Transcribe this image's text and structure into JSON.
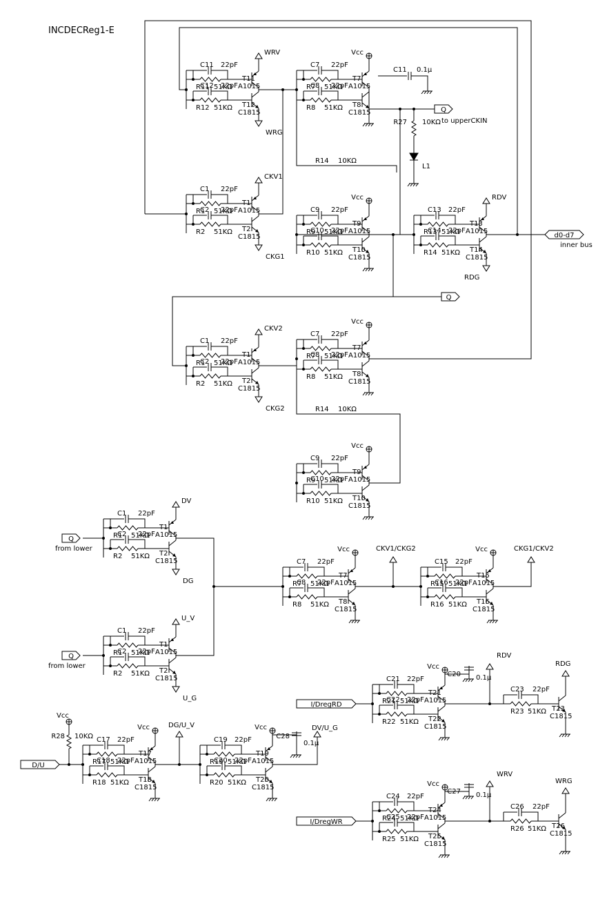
{
  "title": "INCDECReg1-E",
  "colors": {
    "wire": "#000000",
    "background": "#ffffff"
  },
  "ports": {
    "q": "Q",
    "q_bar": "Q_",
    "d0_d7": "d0-d7",
    "inner_bus": "inner bus",
    "to_upper": "to upperCKIN",
    "from_lower": "from lower",
    "d_u": "D/U_",
    "i_dregrd": "I/DregRD",
    "i_dregwr": "I/DregWR"
  },
  "nets": {
    "wrv": "WRV",
    "wrg": "WRG",
    "ckv1": "CKV1",
    "ckg1": "CKG1",
    "ckv2": "CKV2",
    "ckg2": "CKG2",
    "rdv": "RDV",
    "rdg": "RDG",
    "dv": "DV",
    "dg": "DG",
    "u_v": "U_V",
    "u_g": "U_G",
    "ckv1_ckg2": "CKV1/CKG2",
    "ckg1_ckv2": "CKG1/CKV2",
    "dg_u_v": "DG/U_V",
    "dv_u_g": "DV/U_G",
    "vcc": "Vcc"
  },
  "values": {
    "c22p": "22pF",
    "r51k": "51KΩ",
    "r10k": "10KΩ",
    "c01u": "0.1μ",
    "c01u_v": "0.1μ"
  },
  "blocks": [
    {
      "c": "C11",
      "r": "R11",
      "t": "T11",
      "tt": "A1015",
      "c2": "C12",
      "r2": "R12",
      "t2": "T12",
      "tt2": "C1815",
      "vtop": "WRV",
      "gbot": "WRG"
    },
    {
      "c": "C1",
      "r": "R1",
      "t": "T1",
      "tt": "A1015",
      "c2": "C2",
      "r2": "R2",
      "t2": "T2",
      "tt2": "C1815",
      "vtop": "CKV1",
      "gbot": "CKG1"
    },
    {
      "c": "C7",
      "r": "R7",
      "t": "T7",
      "tt": "A1015",
      "c2": "C8",
      "r2": "R8",
      "t2": "T8",
      "tt2": "C1815",
      "vtop": "Vcc",
      "gbot": ""
    },
    {
      "c": "C9",
      "r": "R9",
      "t": "T9",
      "tt": "A1015",
      "c2": "C10",
      "r2": "R10",
      "t2": "T10",
      "tt2": "C1815",
      "vtop": "Vcc",
      "gbot": ""
    },
    {
      "c": "C13",
      "r": "R13",
      "t": "T13",
      "tt": "A1015",
      "c2": "C14",
      "r2": "R14",
      "t2": "T14",
      "tt2": "C1815",
      "vtop": "RDV",
      "gbot": "RDG"
    },
    {
      "c": "C1",
      "r": "R1",
      "t": "T1",
      "tt": "A1015",
      "c2": "C2",
      "r2": "R2",
      "t2": "T2",
      "tt2": "C1815",
      "vtop": "CKV2",
      "gbot": "CKG2"
    },
    {
      "c": "C7",
      "r": "R7",
      "t": "T7",
      "tt": "A1015",
      "c2": "C8",
      "r2": "R8",
      "t2": "T8",
      "tt2": "C1815",
      "vtop": "Vcc",
      "gbot": ""
    },
    {
      "c": "C9",
      "r": "R9",
      "t": "T9",
      "tt": "A1015",
      "c2": "C10",
      "r2": "R10",
      "t2": "T10",
      "tt2": "C1815",
      "vtop": "Vcc",
      "gbot": ""
    },
    {
      "c": "C1",
      "r": "R1",
      "t": "T1",
      "tt": "A1015",
      "c2": "C2",
      "r2": "R2",
      "t2": "T2",
      "tt2": "C1815",
      "vtop": "DV",
      "gbot": "DG"
    },
    {
      "c": "C1",
      "r": "R1",
      "t": "T1",
      "tt": "A1015",
      "c2": "C2",
      "r2": "R2",
      "t2": "T2",
      "tt2": "C1815",
      "vtop": "U_V",
      "gbot": "U_G"
    },
    {
      "c": "C7",
      "r": "R7",
      "t": "T7",
      "tt": "A1015",
      "c2": "C8",
      "r2": "R8",
      "t2": "T8",
      "tt2": "C1815",
      "vtop": "Vcc",
      "gbot": ""
    },
    {
      "c": "C15",
      "r": "R15",
      "t": "T15",
      "tt": "A1015",
      "c2": "C16",
      "r2": "R16",
      "t2": "T16",
      "tt2": "C1815",
      "vtop": "Vcc",
      "gbot": ""
    },
    {
      "c": "C17",
      "r": "R17",
      "t": "T17",
      "tt": "A1015",
      "c2": "C18",
      "r2": "R18",
      "t2": "T18",
      "tt2": "C1815",
      "vtop": "Vcc",
      "gbot": ""
    },
    {
      "c": "C19",
      "r": "R19",
      "t": "T19",
      "tt": "A1015",
      "c2": "C20",
      "r2": "R20",
      "t2": "T20",
      "tt2": "C1815",
      "vtop": "Vcc",
      "gbot": ""
    },
    {
      "c": "C21",
      "r": "R21",
      "t": "T21",
      "tt": "A1015",
      "c2": "C22",
      "r2": "R22",
      "t2": "T22",
      "tt2": "C1815",
      "vtop": "Vcc",
      "gbot": ""
    },
    {
      "c": "C24",
      "r": "R24",
      "t": "T24",
      "tt": "A1015",
      "c2": "C25",
      "r2": "R25",
      "t2": "T25",
      "tt2": "C1815",
      "vtop": "Vcc",
      "gbot": ""
    }
  ],
  "singles": [
    {
      "c": "C23",
      "r": "R23",
      "t": "T23",
      "tt": "C1815",
      "net": "RDG"
    },
    {
      "c": "C26",
      "r": "R26",
      "t": "T26",
      "tt": "C1815",
      "net": "WRG"
    }
  ],
  "extras": {
    "c11": "C11",
    "r27": "R27",
    "l1": "L1",
    "r14": "R14",
    "r28": "R28",
    "c28": "C28",
    "c20": "C20",
    "c27": "C27"
  }
}
